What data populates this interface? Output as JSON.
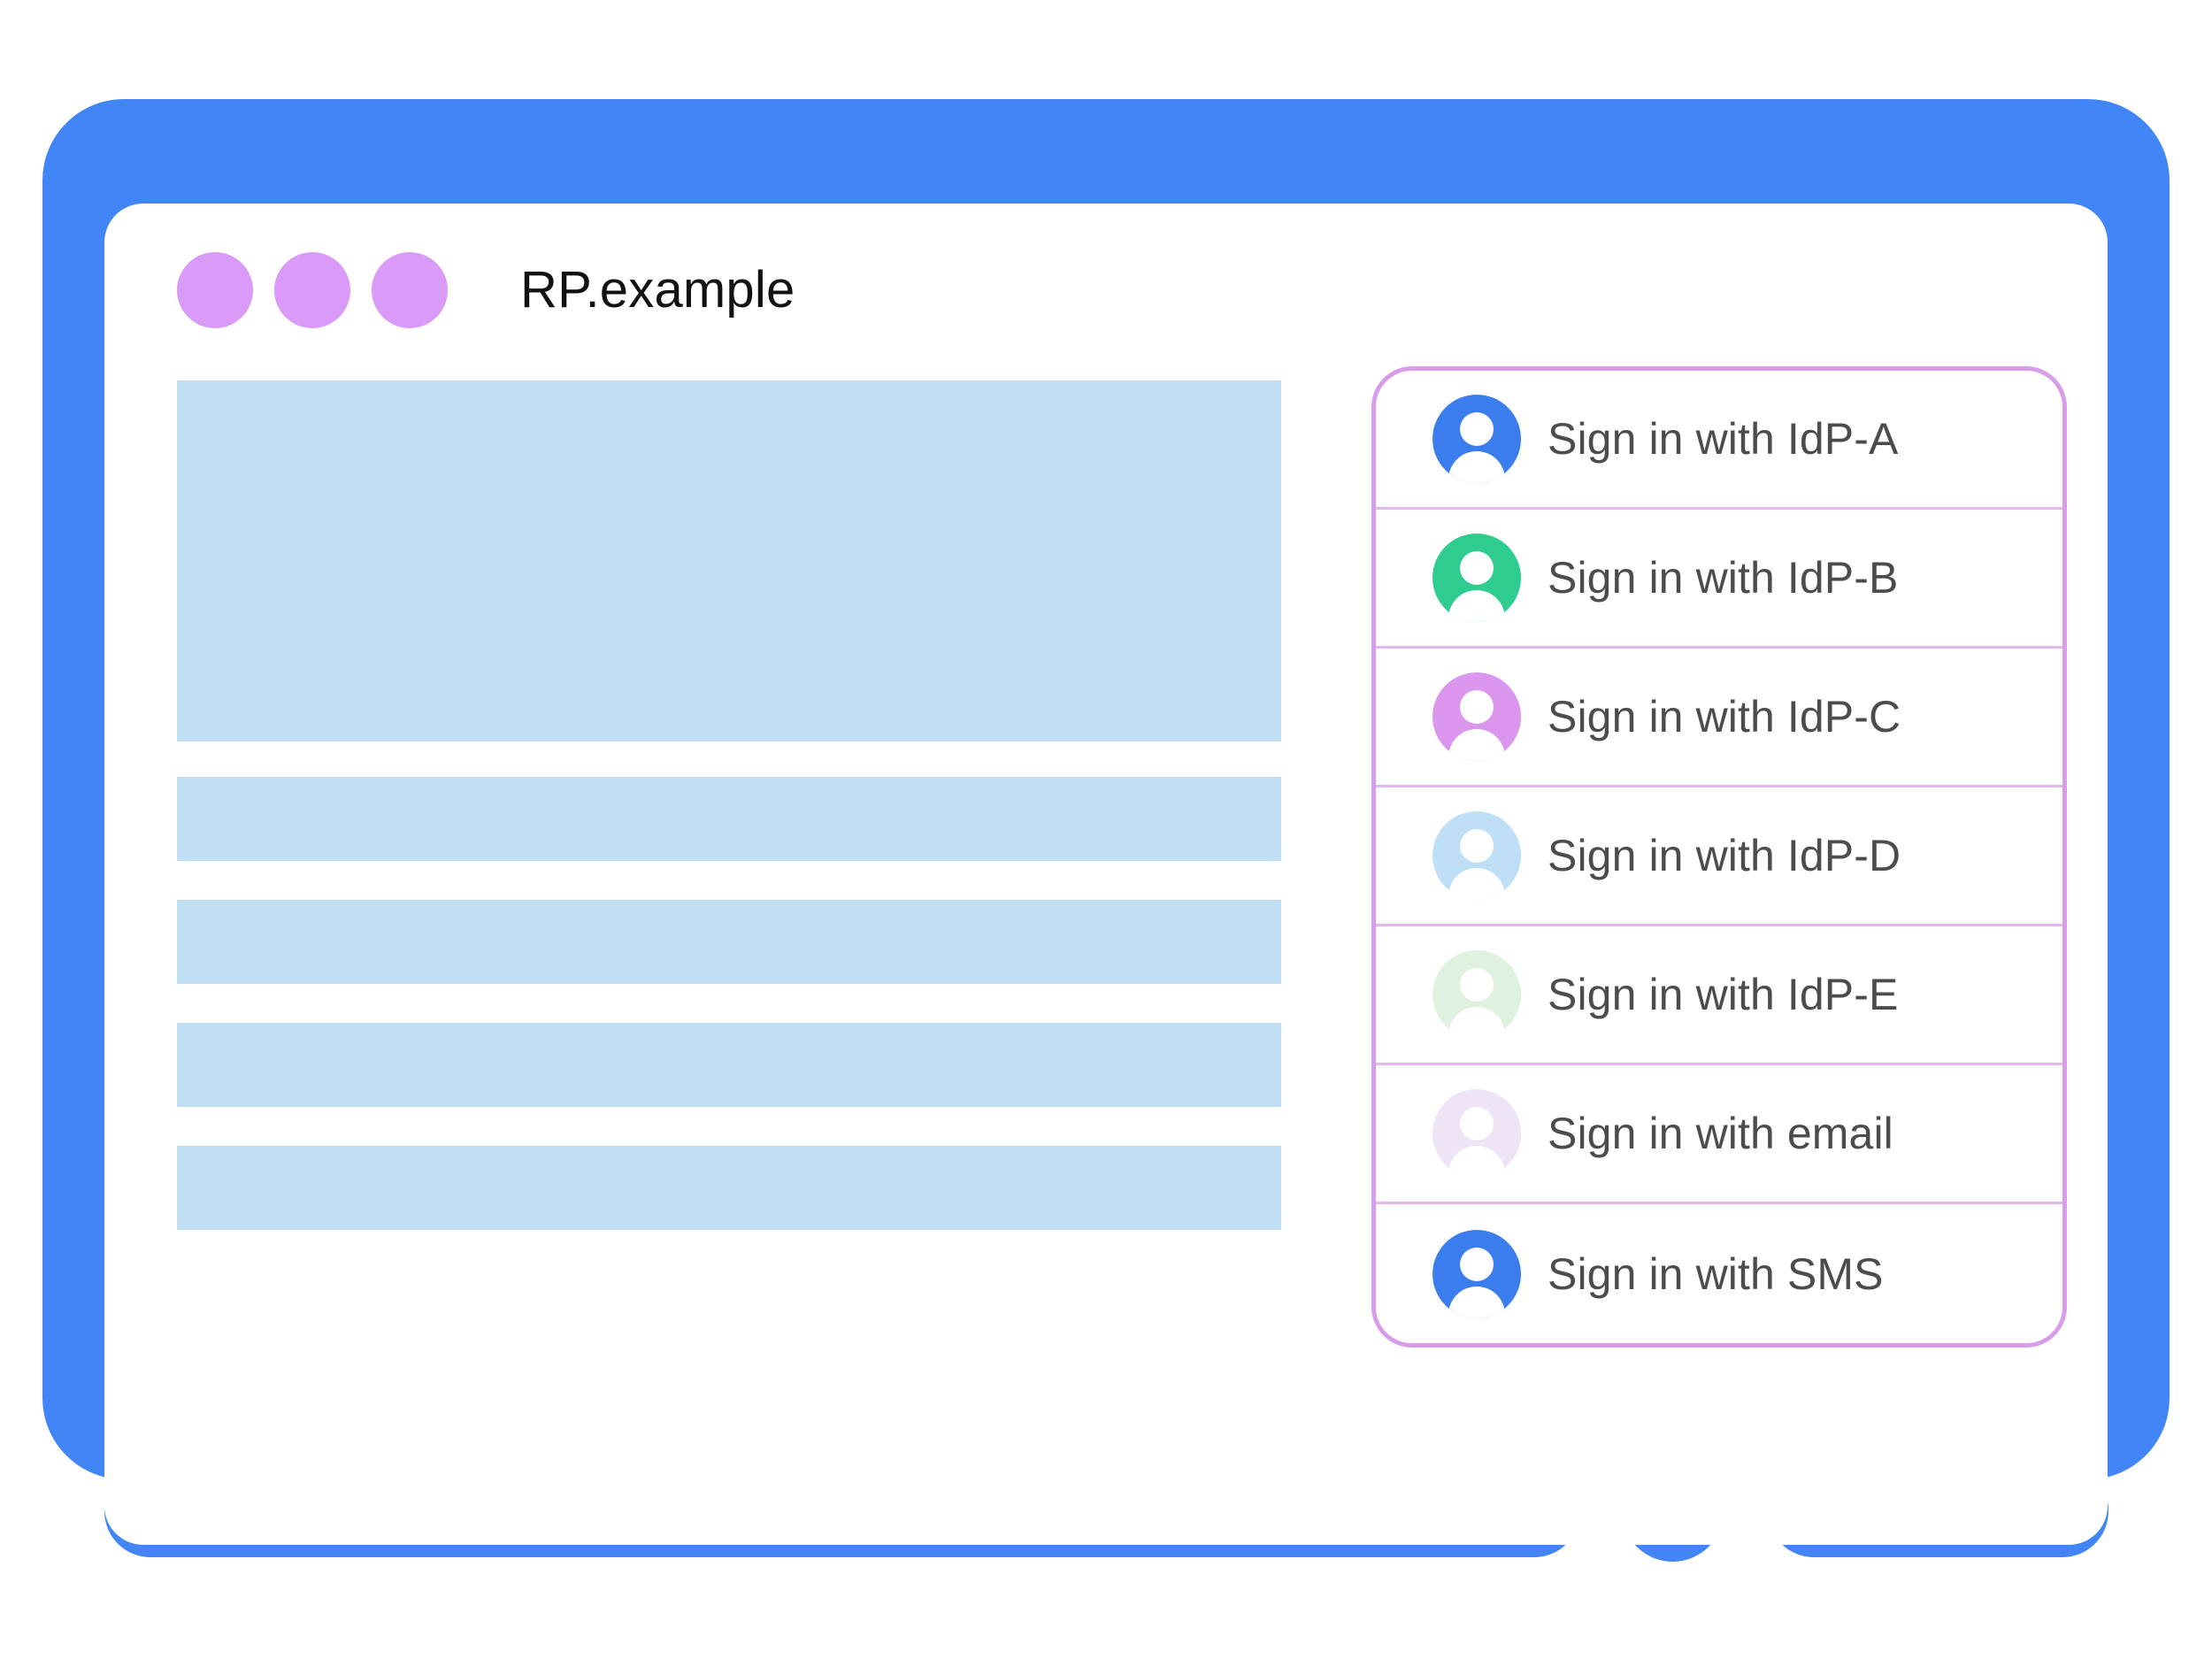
{
  "window": {
    "title": "RP.example",
    "traffic_dots": [
      "dot-1",
      "dot-2",
      "dot-3"
    ],
    "dot_color": "#DA9AF8"
  },
  "colors": {
    "device_frame_blue": "#4285F7",
    "skeleton_block_blue": "#C0DFF4",
    "panel_border_purple": "#D79CEA",
    "panel_divider_purple": "#E3B6EE",
    "label_text": "#4C4C4C",
    "title_text": "#111111"
  },
  "content_skeleton": {
    "blocks": [
      {
        "name": "hero-block",
        "kind": "hero"
      },
      {
        "name": "text-block-1",
        "kind": "bar"
      },
      {
        "name": "text-block-2",
        "kind": "bar"
      },
      {
        "name": "text-block-3",
        "kind": "bar"
      },
      {
        "name": "text-block-4",
        "kind": "bar"
      }
    ]
  },
  "signin_panel": {
    "accounts": [
      {
        "label": "Sign in with IdP-A",
        "icon": "person-avatar-icon",
        "avatar_color": "#3B7DEC"
      },
      {
        "label": "Sign in with IdP-B",
        "icon": "person-avatar-icon",
        "avatar_color": "#2ECC8F"
      },
      {
        "label": "Sign in with IdP-C",
        "icon": "person-avatar-icon",
        "avatar_color": "#DB96EE"
      },
      {
        "label": "Sign in with IdP-D",
        "icon": "person-avatar-icon",
        "avatar_color": "#BEDFF5"
      },
      {
        "label": "Sign in with IdP-E",
        "icon": "person-avatar-icon",
        "avatar_color": "#DFF2DF"
      },
      {
        "label": "Sign in with email",
        "icon": "person-avatar-icon",
        "avatar_color": "#EFE3F6"
      },
      {
        "label": "Sign in with SMS",
        "icon": "person-avatar-icon",
        "avatar_color": "#3B7DEC"
      }
    ]
  },
  "device_controls": {
    "home_button": "home-button"
  }
}
